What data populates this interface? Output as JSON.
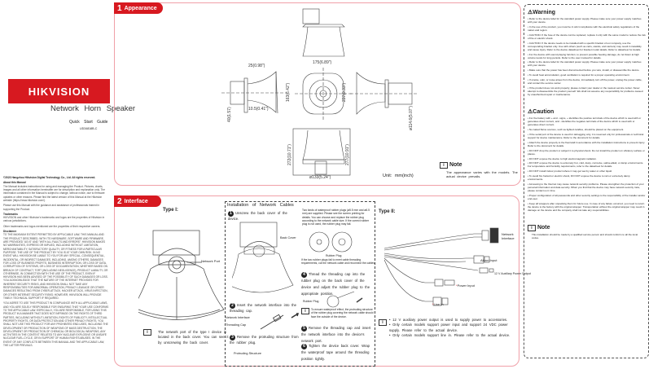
{
  "cover": {
    "brand": "HIKVISION",
    "title": "Network Horn Speaker",
    "subtitle": "Quick Start Guide",
    "doc_code": "UD34818B-C"
  },
  "legal": {
    "copyright": "©2023 Hangzhou Hikvision Digital Technology Co., Ltd. All rights reserved.",
    "about_heading": "About this Manual",
    "about_text": "The Manual includes instructions for using and managing the Product. Pictures, charts, images and all other information hereinafter are for description and explanation only. The information contained in the Manual is subject to change, without notice, due to firmware updates or other reasons. Please find the latest version of this Manual at the Hikvision website (https://www.hikvision.com/).",
    "about_text2": "Please use this Manual with the guidance and assistance of professionals trained in supporting the Product.",
    "trademarks_heading": "Trademarks",
    "trademarks_text": "HIKVISION and other Hikvision's trademarks and logos are the properties of Hikvision in various jurisdictions.",
    "trademarks_text2": "Other trademarks and logos mentioned are the properties of their respective owners.",
    "disclaimer_heading": "Disclaimer",
    "disclaimer_text": "TO THE MAXIMUM EXTENT PERMITTED BY APPLICABLE LAW, THIS MANUAL AND THE PRODUCT DESCRIBED, WITH ITS HARDWARE, SOFTWARE AND FIRMWARE, ARE PROVIDED \"AS IS\" AND \"WITH ALL FAULTS AND ERRORS\". HIKVISION MAKES NO WARRANTIES, EXPRESS OR IMPLIED, INCLUDING WITHOUT LIMITATION, MERCHANTABILITY, SATISFACTORY QUALITY, OR FITNESS FOR A PARTICULAR PURPOSE. THE USE OF THE PRODUCT BY YOU IS AT YOUR OWN RISK. IN NO EVENT WILL HIKVISION BE LIABLE TO YOU FOR ANY SPECIAL, CONSEQUENTIAL, INCIDENTAL, OR INDIRECT DAMAGES, INCLUDING, AMONG OTHERS, DAMAGES FOR LOSS OF BUSINESS PROFITS, BUSINESS INTERRUPTION, OR LOSS OF DATA, CORRUPTION OF SYSTEMS, OR LOSS OF DOCUMENTATION, WHETHER BASED ON BREACH OF CONTRACT, TORT (INCLUDING NEGLIGENCE), PRODUCT LIABILITY, OR OTHERWISE, IN CONNECTION WITH THE USE OF THE PRODUCT, EVEN IF HIKVISION HAS BEEN ADVISED OF THE POSSIBILITY OF SUCH DAMAGES OR LOSS. YOU ACKNOWLEDGE THAT THE NATURE OF THE INTERNET PROVIDES FOR INHERENT SECURITY RISKS, AND HIKVISION SHALL NOT TAKE ANY RESPONSIBILITIES FOR ABNORMAL OPERATION, PRIVACY LEAKAGE OR OTHER DAMAGES RESULTING FROM CYBER-ATTACK, HACKER ATTACK, VIRUS INFECTION, OR OTHER INTERNET SECURITY RISKS; HOWEVER, HIKVISION WILL PROVIDE TIMELY TECHNICAL SUPPORT IF REQUIRED.",
    "disclaimer_text2": "YOU AGREE TO USE THIS PRODUCT IN COMPLIANCE WITH ALL APPLICABLE LAWS, AND YOU ARE SOLELY RESPONSIBLE FOR ENSURING THAT YOUR USE CONFORMS TO THE APPLICABLE LAW. ESPECIALLY, YOU ARE RESPONSIBLE, FOR USING THIS PRODUCT IN A MANNER THAT DOES NOT INFRINGE ON THE RIGHTS OF THIRD PARTIES, INCLUDING WITHOUT LIMITATION, RIGHTS OF PUBLICITY, INTELLECTUAL PROPERTY RIGHTS, OR DATA PROTECTION AND OTHER PRIVACY RIGHTS. YOU SHALL NOT USE THIS PRODUCT FOR ANY PROHIBITED END-USES, INCLUDING THE DEVELOPMENT OR PRODUCTION OF WEAPONS OF MASS DESTRUCTION, THE DEVELOPMENT OR PRODUCTION OF CHEMICAL OR BIOLOGICAL WEAPONS, ANY ACTIVITIES IN THE CONTEXT RELATED TO ANY NUCLEAR EXPLOSIVE OR UNSAFE NUCLEAR FUEL-CYCLE, OR IN SUPPORT OF HUMAN RIGHTS ABUSES. IN THE EVENT OF ANY CONFLICTS BETWEEN THIS MANUAL AND THE APPLICABLE LAW, THE LATTER PREVAILS."
  },
  "appearance": {
    "number": "1",
    "title": "Appearance",
    "dims": {
      "d1": "25(0.98\")",
      "d2": "10.5(0.41\")",
      "d3": "40(1.57)",
      "d4": "175(6.89\")",
      "d5": "163(6.42\")",
      "d6": "237(9.33\")",
      "d7": "ø114.6(5.07\")",
      "d8": "272(10.71\")",
      "d9": "277(10.91\")",
      "d10": "ø133(5.24\")"
    },
    "unit": "Unit:  mm(inch)",
    "note_title": "Note",
    "note_text": "The appearance varies with the models. The actual device prevails."
  },
  "interface": {
    "number": "2",
    "title": "Interface",
    "type1": "Type I:",
    "network_port": "Network Port",
    "type1_note": "The network port of the type I device is located in the back cover. You can see it by unscrewing the back cover.",
    "install_title": "Installation of Network Cables",
    "steps": [
      "Unscrew the back cover of the device.",
      "Insert the network interface into the threading cap.",
      "Remove the protruding structure from the rubber plug.",
      "Thread the threading cap into the rubber plug on the back cover of the device and adjust the rubber plug to the appropriate position.",
      "Remove the threading cap and insert the network interface into the device's network port.",
      "Tighten the device back cover. Wrap the waterproof tape around the threading position tightly."
    ],
    "labels": {
      "back_cover": "Back Cover",
      "network_interface": "Network Interface",
      "threading_cap": "Threading Cap",
      "protruding_structure": "Protruding Structure",
      "rubber_plug": "Rubber Plug",
      "rubber_plug2": "Rubber Plug"
    },
    "plug_info": "Two kinds of waterproof rubber plugs (ø5.5 mm and ø6.5 mm) are supplied. Please see the screen printing for details. You can choose and replace the rubber plug according to the network cable size. If the correct rubber plug is not used, the rubber plug may fail.",
    "plug_info2": "If the two rubber plugs fail to meet cable threading requirements, cut the network cable and reconnect the cables.",
    "waterproof_note": "To ensure waterproof effect, the protruding structure of the rubber plug covering the network cable should face the outside of the device.",
    "type2": "Type II:",
    "cables": [
      "Network Interface",
      "Alarm Input",
      "12 V Auxiliary Power Output",
      "Power Input",
      "Line In"
    ],
    "type2_notes": [
      "12 V auxiliary power output is used to supply power to accessories.",
      "Only certain models support power input and support 24 VDC power supply. Please refer to the actual device.",
      "Only certain models support line in. Please refer to the actual device."
    ]
  },
  "warning": {
    "title": "Warning",
    "items": [
      "Refer to the device label for the standard power supply. Please make sure your power supply matches with your device.",
      "In the use of the product, you must be in strict compliance with the electrical safety regulations of the nation and region.",
      "CAUTION: If the fuse of the device can be replaced, replace it only with the same model to reduce the risk of fire or electric shock.",
      "CAUTION: If the device needs to be installed with a specific bracket of our company, use the corresponding bracket only. Use with others (such as carts, stands, and carriers) may result in instability and cause injury. Refer to the device datasheet for bracket model details. Refer to datasheet for details.",
      "For the device with sound playing function, to prevent possible hearing damage, do not listen at high volume levels for long periods. Refer to the user manual for details.",
      "Refer to the device label for the standard power supply. Please make sure your power supply matches with your device.",
      "Make sure that the power has been disconnected before you wire, install, or disassemble the device.",
      "To avoid heat accumulation, good ventilation is required for a proper operating environment.",
      "If smoke, odor, or noise arises from the device, immediately turn off the power, unplug the power cable, and contact the service center.",
      "If the product does not work properly, please contact your dealer or the nearest service center. Never attempt to disassemble the product yourself. We shall not assume any responsibility for problems caused by unauthorized repair or maintenance."
    ]
  },
  "caution": {
    "title": "Caution",
    "items": [
      "For the battery with + and - signs, + identifies the positive terminals of the device which is used with or generates direct current, and - identifies the negative terminals of the device which is used with or generates direct current.",
      "No naked flame sources, such as lighted candles, should be placed on the equipment.",
      "If the serial port of the device is used for debugging only, it is reserved only for professionals or technical support for device maintenance. Refer to the document for details.",
      "Attach the device properly to the floor/wall in accordance with the installation instructions to prevent injury. Refer to the document for details.",
      "DO NOT drop the product or subject it to physical shock. Do not install the product on vibratory surface or places.",
      "DO NOT expose the device to high electromagnetic radiation.",
      "DO NOT expose the device to extremely hot, cold, dusty, corrosive, saline-alkali, or damp environments. For temperature and humidity requirements, refer to the datasheet for details.",
      "DO NOT install indoor product where it may get wet by water or other liquid.",
      "To avoid fire hazard or electric shock, DO NOT expose the device to rain or extremely damp environments.",
      "Accessing to the Internet may cause network security problems. Please strengthen the protection of your personal information and data security. When you find that the device may have network security risks, please contact us in time.",
      "Proper configuration of all passwords and other security settings is the responsibility of the installer and/or end-user.",
      "Keep all wrappers after unpacking them for future use. In case of any failure occurred, you need to return the device to the factory with the original wrapper. Transportation without the original wrapper may result in damage on the device and the company shall not take any responsibilities."
    ]
  },
  "install_note": {
    "title": "Note",
    "text": "This installation should be made by a qualified service person and should conform to all the local codes."
  },
  "colors": {
    "brand_red": "#d71920",
    "panel_border": "#f0a0a8"
  }
}
